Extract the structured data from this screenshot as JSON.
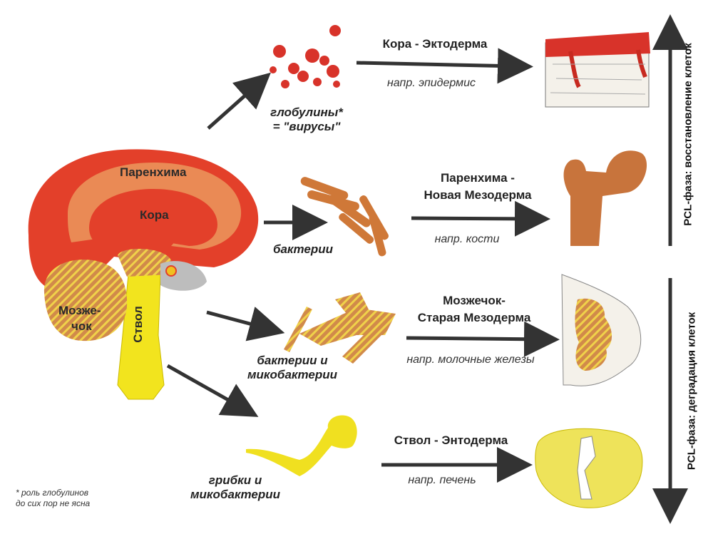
{
  "brain": {
    "parenchyma": "Паренхима",
    "cortex": "Кора",
    "cerebellum_1": "Мозже-",
    "cerebellum_2": "чок",
    "stem": "Ствол"
  },
  "rows": [
    {
      "microbe_1": "глобулины*",
      "microbe_2": "= \"вирусы\"",
      "layer_1": "Кора - Эктодерма",
      "layer_2": "",
      "example": "напр. эпидермис"
    },
    {
      "microbe_1": "бактерии",
      "microbe_2": "",
      "layer_1": "Паренхима -",
      "layer_2": "Новая Мезодерма",
      "example": "напр. кости"
    },
    {
      "microbe_1": "бактерии и",
      "microbe_2": "микобактерии",
      "layer_1": "Мозжечок-",
      "layer_2": "Старая Мезодерма",
      "example": "напр. молочные железы"
    },
    {
      "microbe_1": "грибки и",
      "microbe_2": "микобактерии",
      "layer_1": "Ствол - Энтодерма",
      "layer_2": "",
      "example": "напр. печень"
    }
  ],
  "axis": {
    "top": "PCL-фаза: восстановление клеток",
    "bottom": "PCL-фаза: деградация клеток"
  },
  "footnote": {
    "line_1": "* роль глобулинов",
    "line_2": "до сих пор не ясна"
  },
  "colors": {
    "red": "#e0402a",
    "orange": "#e8814a",
    "brown": "#c8743c",
    "yellow": "#f0e020",
    "arrow": "#333333"
  }
}
